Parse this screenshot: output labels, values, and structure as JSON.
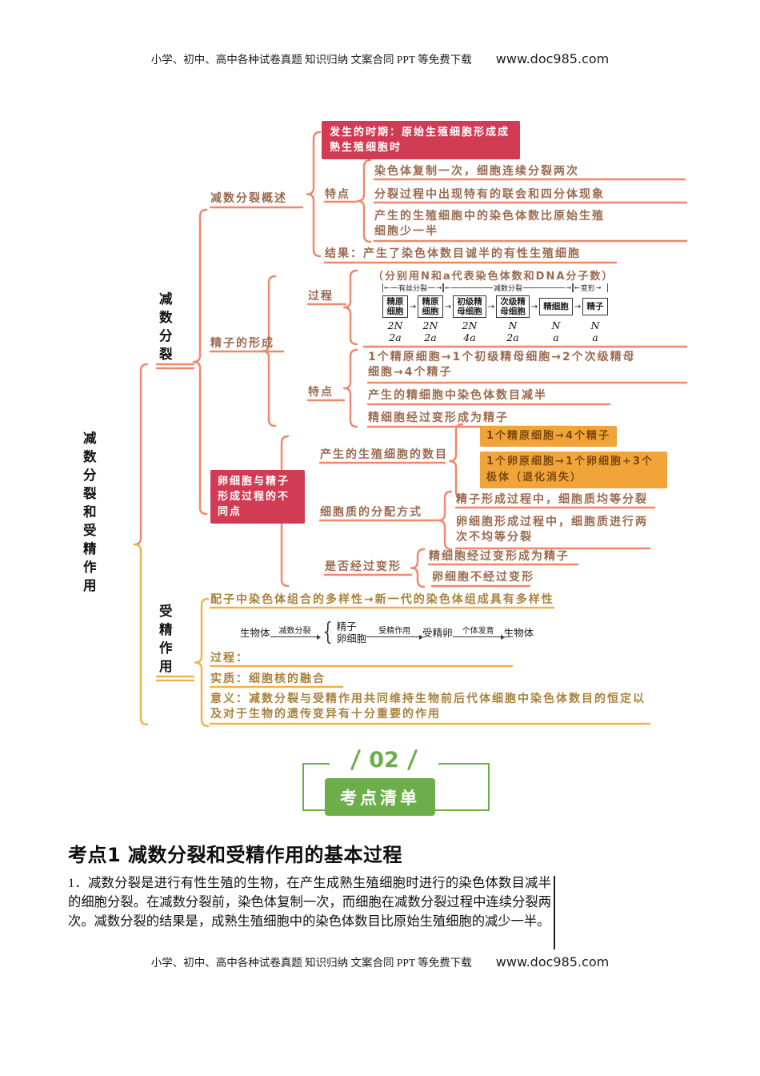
{
  "header": {
    "text": "小学、初中、高中各种试卷真题 知识归纳 文案合同 PPT 等免费下载",
    "site": "www.doc985.com"
  },
  "footer": {
    "text": "小学、初中、高中各种试卷真题 知识归纳 文案合同 PPT 等免费下载",
    "site": "www.doc985.com"
  },
  "mindmap": {
    "root": "减数分裂和受精作用",
    "meiosis": {
      "label": "减数分裂",
      "overview": {
        "label": "减数分裂概述",
        "timing": "发生的时期：原始生殖细胞形成成熟生殖细胞时",
        "features_label": "特点",
        "features": [
          "染色体复制一次，细胞连续分裂两次",
          "分裂过程中出现特有的联会和四分体现象",
          "产生的生殖细胞中的染色体数比原始生殖细胞少一半"
        ],
        "result": "结果：产生了染色体数目诚半的有性生殖细胞"
      },
      "sperm": {
        "label": "精子的形成",
        "process_label": "过程",
        "note": "（分别用N和a代表染色体数和DNA分子数）",
        "phases": [
          "有丝分裂",
          "减数分裂",
          "变形"
        ],
        "stages": [
          {
            "name": "精原细胞",
            "n": "2N",
            "dna": "2a"
          },
          {
            "name": "精原细胞",
            "n": "2N",
            "dna": "2a"
          },
          {
            "name": "初级精母细胞",
            "n": "2N",
            "dna": "4a"
          },
          {
            "name": "次级精母细胞",
            "n": "N",
            "dna": "2a"
          },
          {
            "name": "精细胞",
            "n": "N",
            "dna": "a"
          },
          {
            "name": "精子",
            "n": "N",
            "dna": "a"
          }
        ],
        "features_label": "特点",
        "features": [
          "1个精原细胞→1个初级精母细胞→2个次级精母细胞→4个精子",
          "产生的精细胞中染色体数目减半",
          "精细胞经过变形成为精子"
        ]
      },
      "differences": {
        "label": "卵细胞与精子形成过程的不同点",
        "count_label": "产生的生殖细胞的数目",
        "count_items": [
          "1个精原细胞→4个精子",
          "1个卵原细胞→1个卵细胞+3个极体（退化消失）"
        ],
        "cytoplasm_label": "细胞质的分配方式",
        "cytoplasm_items": [
          "精子形成过程中，细胞质均等分裂",
          "卵细胞形成过程中，细胞质进行两次不均等分裂"
        ],
        "deform_label": "是否经过变形",
        "deform_items": [
          "精细胞经过变形成为精子",
          "卵细胞不经过变形"
        ]
      }
    },
    "fertilization": {
      "label": "受精作用",
      "diversity": "配子中染色体组合的多样性→新一代的染色体组成具有多样性",
      "flow": {
        "start": "生物体",
        "step1": "减数分裂",
        "gametes": [
          "精子",
          "卵细胞"
        ],
        "step2": "受精作用",
        "zygote": "受精卵",
        "step3": "个体发育",
        "end": "生物体"
      },
      "process_label": "过程：",
      "essence": "实质：细胞核的融合",
      "meaning": "意义：减数分裂与受精作用共同维持生物前后代体细胞中染色体数目的恒定以及对于生物的遗传变异有十分重要的作用"
    }
  },
  "section_divider": {
    "number": "02",
    "title": "考点清单"
  },
  "key_point": {
    "heading": "考点1 减数分裂和受精作用的基本过程",
    "body": "1．减数分裂是进行有性生殖的生物，在产生成熟生殖细胞时进行的染色体数目减半的细胞分裂。在减数分裂前，染色体复制一次，而细胞在减数分裂过程中连续分裂两次。减数分裂的结果是，成熟生殖细胞中的染色体数目比原始生殖细胞的减少一半。"
  },
  "colors": {
    "crimson": "#d13b54",
    "orange": "#f0a439",
    "coral": "#f0876a",
    "gold": "#f2b14a",
    "green": "#6cae4a",
    "map_text": "#9c6b50",
    "gold_text": "#a9823d"
  }
}
